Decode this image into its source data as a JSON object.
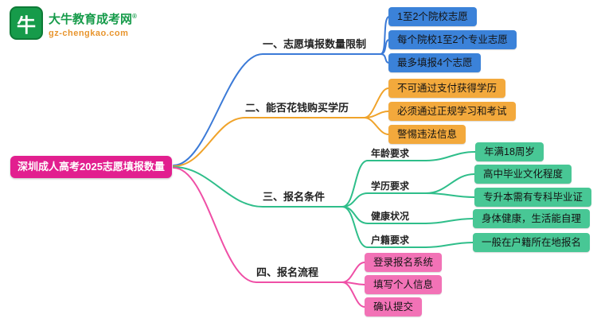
{
  "logo": {
    "title": "大牛教育成考网",
    "trademark": "®",
    "subtitle": "gz-chengkao.com",
    "icon_char": "牛",
    "brand_green": "#169b4a",
    "domain_color": "#e8952e"
  },
  "root": {
    "label": "深圳成人高考2025志愿填报数量",
    "bg": "#e21f8f"
  },
  "branches": [
    {
      "label": "一、志愿填报数量限制",
      "color": "#3b7ad7",
      "leaf_bg": "#3b82d9",
      "children": [
        {
          "label": "1至2个院校志愿"
        },
        {
          "label": "每个院校1至2个专业志愿"
        },
        {
          "label": "最多填报4个志愿"
        }
      ]
    },
    {
      "label": "二、能否花钱购买学历",
      "color": "#f0a32a",
      "leaf_bg": "#f3a93c",
      "children": [
        {
          "label": "不可通过支付获得学历"
        },
        {
          "label": "必须通过正规学习和考试"
        },
        {
          "label": "警惕违法信息"
        }
      ]
    },
    {
      "label": "三、报名条件",
      "color": "#2fbe8a",
      "leaf_bg": "#48c795",
      "children": [
        {
          "label": "年龄要求",
          "children": [
            {
              "label": "年满18周岁"
            }
          ]
        },
        {
          "label": "学历要求",
          "children": [
            {
              "label": "高中毕业文化程度"
            },
            {
              "label": "专升本需有专科毕业证"
            }
          ]
        },
        {
          "label": "健康状况",
          "children": [
            {
              "label": "身体健康，生活能自理"
            }
          ]
        },
        {
          "label": "户籍要求",
          "children": [
            {
              "label": "一般在户籍所在地报名"
            }
          ]
        }
      ]
    },
    {
      "label": "四、报名流程",
      "color": "#ef4fa6",
      "leaf_bg": "#f272b6",
      "children": [
        {
          "label": "登录报名系统"
        },
        {
          "label": "填写个人信息"
        },
        {
          "label": "确认提交"
        }
      ]
    }
  ]
}
